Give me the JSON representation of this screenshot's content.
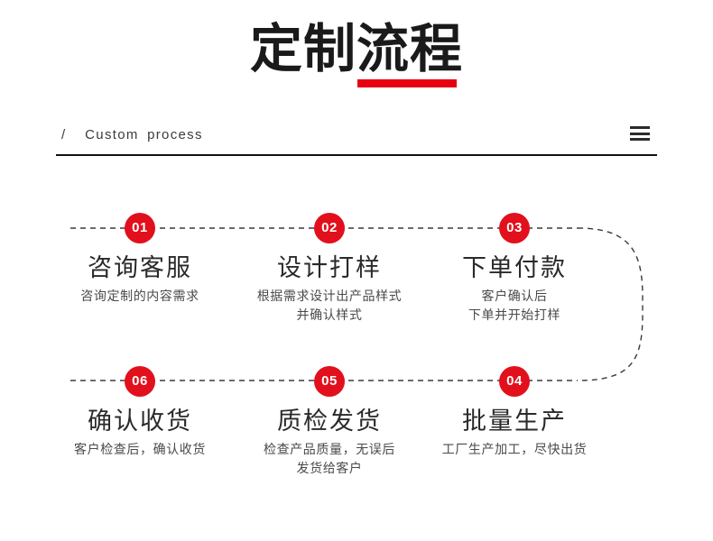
{
  "header": {
    "title": "定制流程",
    "title_underline_color": "#e60012",
    "subtitle_slash": "/",
    "subtitle_en": "Custom  process",
    "menu_icon": "hamburger-icon"
  },
  "flow": {
    "badge_color": "#e2101c",
    "connector_style": "dashed",
    "steps": [
      {
        "number": "01",
        "title": "咨询客服",
        "desc_line1": "咨询定制的内容需求",
        "desc_line2": ""
      },
      {
        "number": "02",
        "title": "设计打样",
        "desc_line1": "根据需求设计出产品样式",
        "desc_line2": "并确认样式"
      },
      {
        "number": "03",
        "title": "下单付款",
        "desc_line1": "客户确认后",
        "desc_line2": "下单并开始打样"
      },
      {
        "number": "04",
        "title": "批量生产",
        "desc_line1": "工厂生产加工，尽快出货",
        "desc_line2": ""
      },
      {
        "number": "05",
        "title": "质检发货",
        "desc_line1": "检查产品质量，无误后",
        "desc_line2": "发货给客户"
      },
      {
        "number": "06",
        "title": "确认收货",
        "desc_line1": "客户检查后，确认收货",
        "desc_line2": ""
      }
    ]
  }
}
